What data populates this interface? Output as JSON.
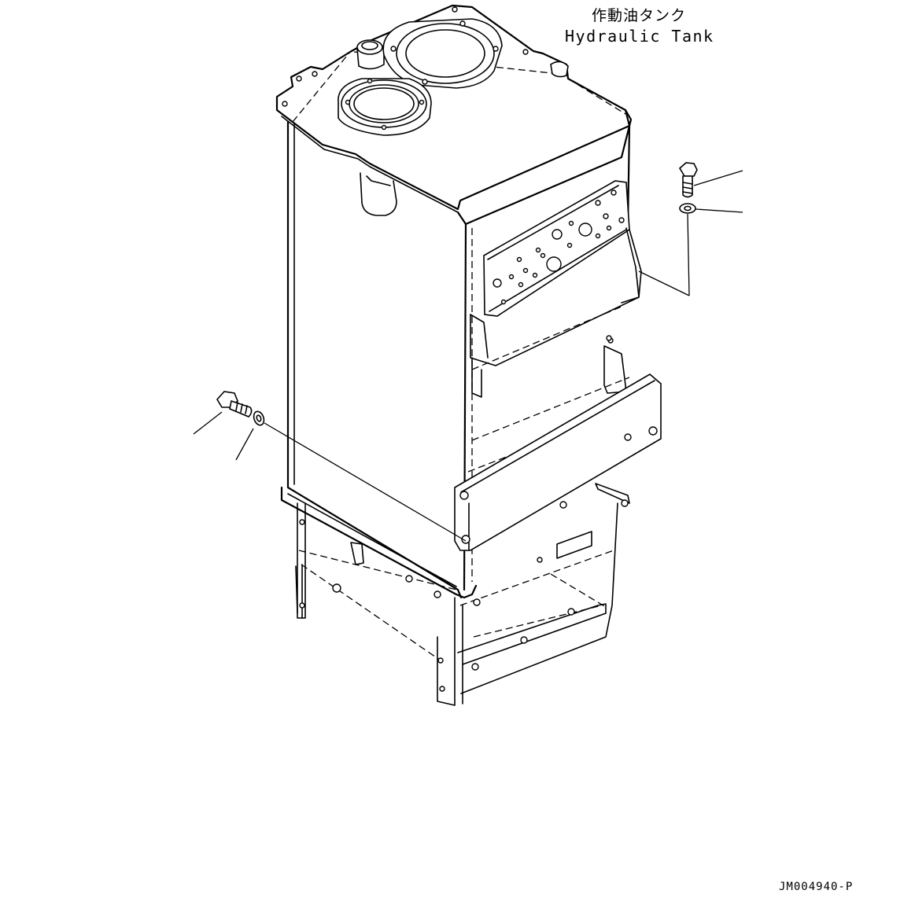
{
  "title_jp": "作動油タンク",
  "title_en": "Hydraulic Tank",
  "drawing_id": "JM004940-P"
}
